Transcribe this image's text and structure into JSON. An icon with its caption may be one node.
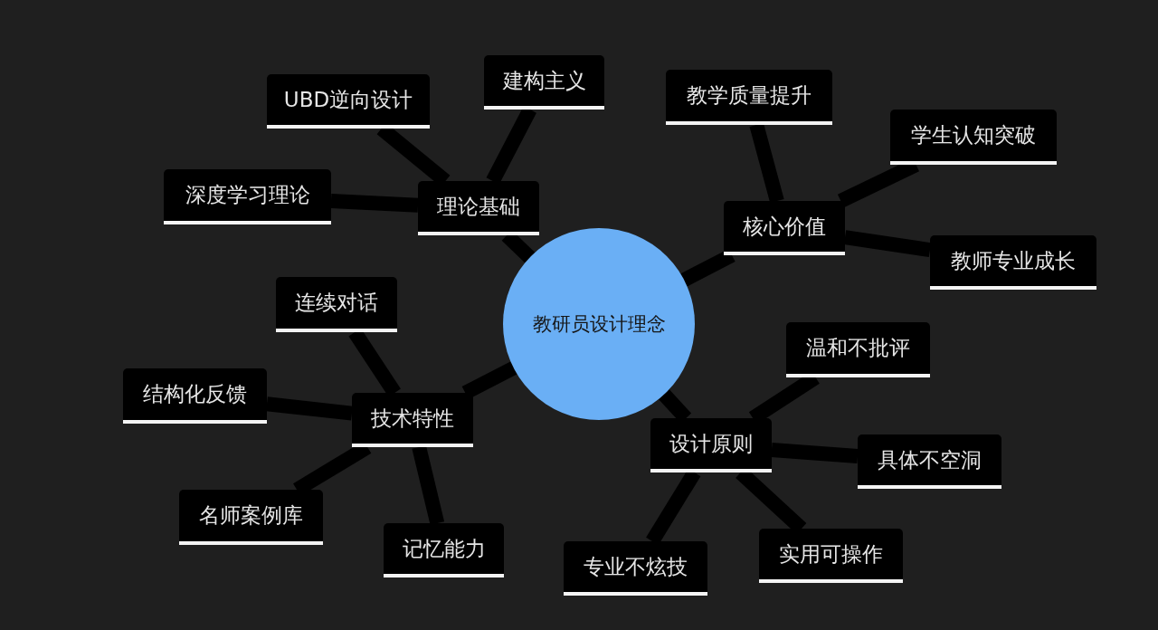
{
  "diagram": {
    "nodes": [
      {
        "text": [
          "教研员设计理念"
        ]
      },
      {
        "text": [
          "理论基础"
        ]
      },
      {
        "text": [
          "UBD逆向设计"
        ]
      },
      {
        "text": [
          "建构主义"
        ]
      },
      {
        "text": [
          "深度学习理论"
        ]
      },
      {
        "text": [
          "核心价值"
        ]
      },
      {
        "text": [
          "教学质量提升"
        ]
      },
      {
        "text": [
          "学生认知突破"
        ]
      },
      {
        "text": [
          "教师专业成长"
        ]
      },
      {
        "text": [
          "技术特性"
        ]
      },
      {
        "text": [
          "连续对话"
        ]
      },
      {
        "text": [
          "结构化反馈"
        ]
      },
      {
        "text": [
          "名师案例库"
        ]
      },
      {
        "text": [
          "记忆能力"
        ]
      },
      {
        "text": [
          "设计原则"
        ]
      },
      {
        "text": [
          "温和不批评"
        ]
      },
      {
        "text": [
          "具体不空洞"
        ]
      },
      {
        "text": [
          "专业不炫技"
        ]
      },
      {
        "text": [
          "实用可操作"
        ]
      }
    ],
    "edges": [
      {
        "from": 0,
        "to": 1,
        "arrow": "none"
      },
      {
        "from": 1,
        "to": 2,
        "arrow": "none"
      },
      {
        "from": 1,
        "to": 3,
        "arrow": "none"
      },
      {
        "from": 1,
        "to": 4,
        "arrow": "none"
      },
      {
        "from": 0,
        "to": 5,
        "arrow": "none"
      },
      {
        "from": 5,
        "to": 6,
        "arrow": "none"
      },
      {
        "from": 5,
        "to": 7,
        "arrow": "none"
      },
      {
        "from": 5,
        "to": 8,
        "arrow": "none"
      },
      {
        "from": 0,
        "to": 9,
        "arrow": "none"
      },
      {
        "from": 9,
        "to": 10,
        "arrow": "none"
      },
      {
        "from": 9,
        "to": 11,
        "arrow": "none"
      },
      {
        "from": 9,
        "to": 12,
        "arrow": "none"
      },
      {
        "from": 9,
        "to": 13,
        "arrow": "none"
      },
      {
        "from": 0,
        "to": 14,
        "arrow": "none"
      },
      {
        "from": 14,
        "to": 15,
        "arrow": "none"
      },
      {
        "from": 14,
        "to": 16,
        "arrow": "none"
      },
      {
        "from": 14,
        "to": 17,
        "arrow": "none"
      },
      {
        "from": 14,
        "to": 18,
        "arrow": "none"
      }
    ]
  }
}
